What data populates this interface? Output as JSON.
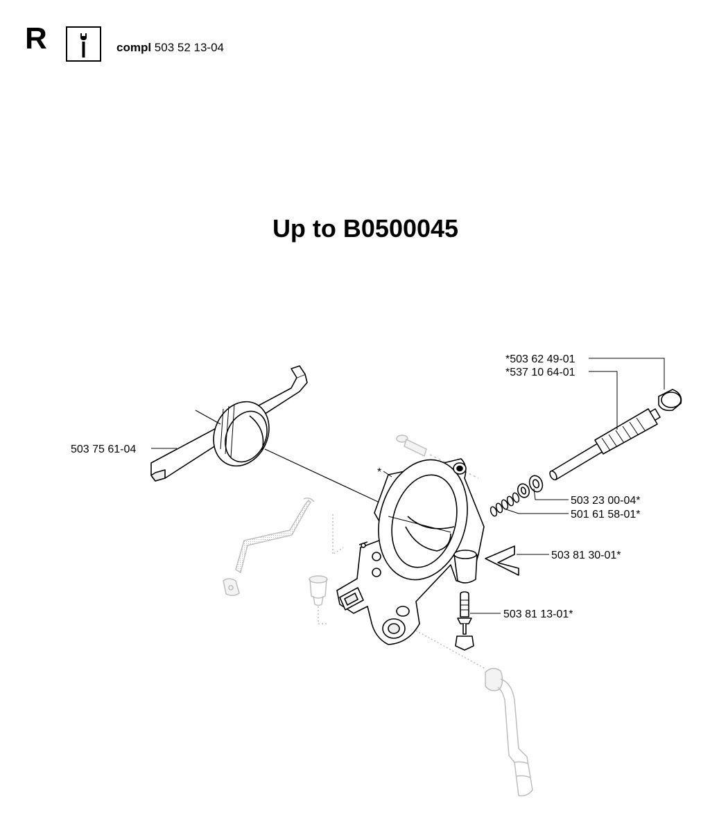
{
  "header": {
    "section_letter": "R",
    "info_icon": "wrench-info-icon",
    "compl_label": "compl",
    "compl_number": "503 52 13-04"
  },
  "title": "Up to B0500045",
  "diagram": {
    "callouts": {
      "tool": "503 75 61-04",
      "asterisk": "*",
      "adjuster_cap": "*503 62 49-01",
      "adjuster_screw": "*537 10 64-01",
      "washer": "503 23 00-04*",
      "spring": "501 61 58-01*",
      "shim": "503 81 30-01*",
      "valve": "503 81 13-01*"
    }
  }
}
